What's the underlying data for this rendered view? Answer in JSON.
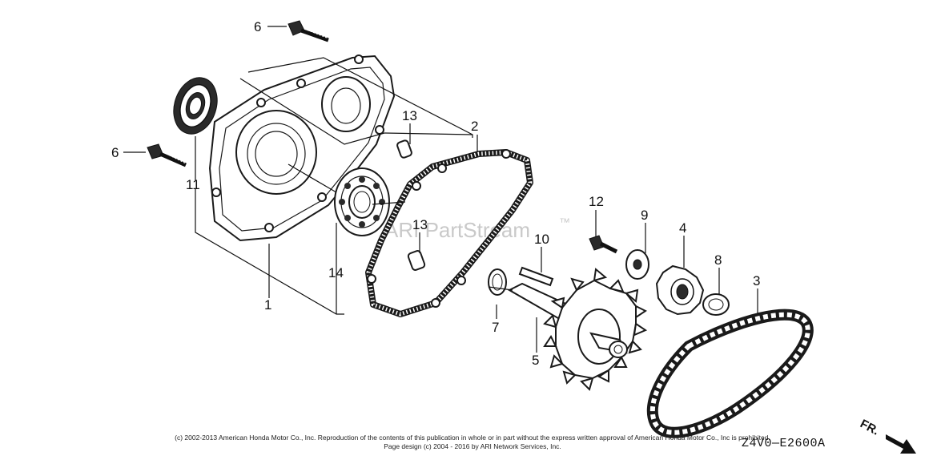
{
  "watermark": "ARI PartStream",
  "watermark_tm": "™",
  "callouts": {
    "c1": "1",
    "c2": "2",
    "c3": "3",
    "c4": "4",
    "c5": "5",
    "c6a": "6",
    "c6b": "6",
    "c7": "7",
    "c8": "8",
    "c9": "9",
    "c10": "10",
    "c11": "11",
    "c12": "12",
    "c13a": "13",
    "c13b": "13",
    "c14": "14"
  },
  "footer": {
    "copyright": "(c) 2002-2013 American Honda Motor Co., Inc. Reproduction of the contents of this publication in whole or in part without the express written approval of American Honda Motor Co., Inc is prohibited.",
    "page_design": "Page design (c) 2004 - 2016 by ARI Network Services, Inc.",
    "diagram_code": "Z4V0—E2600A",
    "direction": "FR."
  }
}
